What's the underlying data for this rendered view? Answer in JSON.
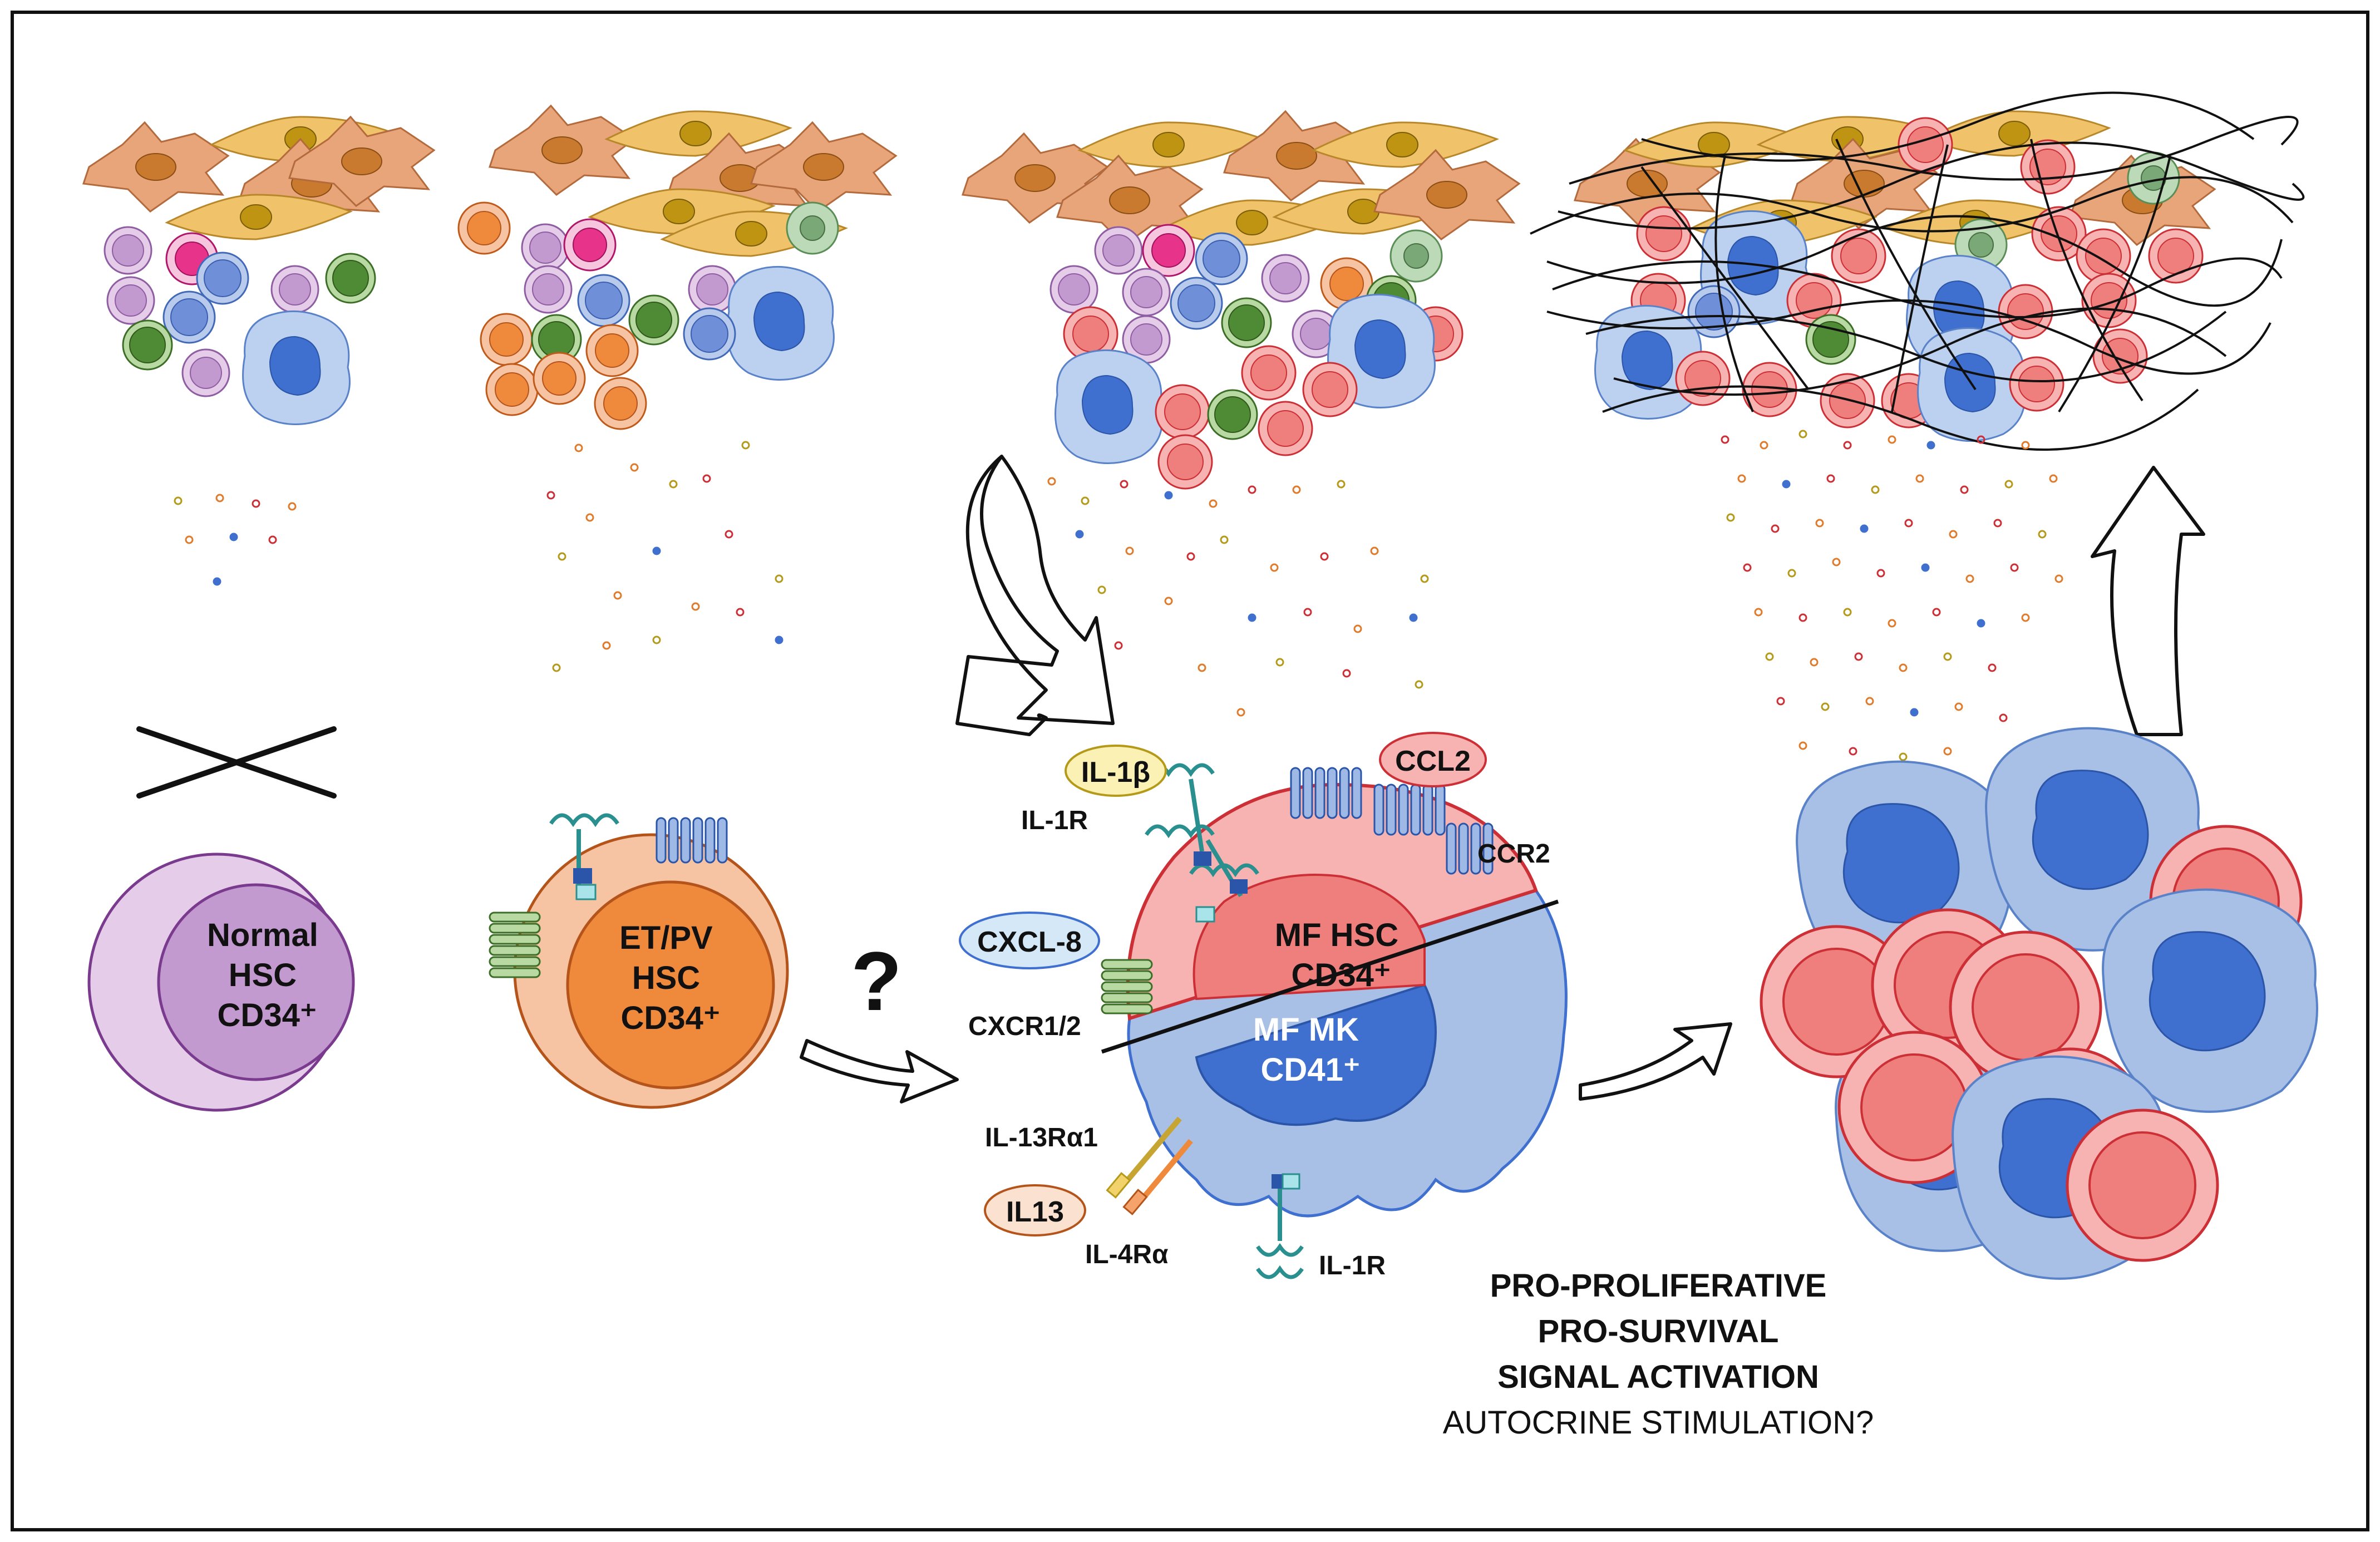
{
  "cells": {
    "normal_hsc": [
      "Normal",
      "HSC",
      "CD34⁺"
    ],
    "etpv_hsc": [
      "ET/PV",
      "HSC",
      "CD34⁺"
    ],
    "mf_hsc": [
      "MF HSC",
      "CD34⁺"
    ],
    "mf_mk": [
      "MF MK",
      "CD41⁺"
    ]
  },
  "question_mark": "?",
  "ligands": {
    "il1b": "IL-1β",
    "ccl2": "CCL2",
    "cxcl8": "CXCL-8",
    "il13": "IL13"
  },
  "receptors": {
    "il1r_top": "IL-1R",
    "ccr2": "CCR2",
    "cxcr12": "CXCR1/2",
    "il13ra1": "IL-13Rα1",
    "il4ra": "IL-4Rα",
    "il1r_bottom": "IL-1R"
  },
  "caption": {
    "line1": "PRO-PROLIFERATIVE",
    "line2": "PRO-SURVIVAL",
    "line3": "SIGNAL ACTIVATION",
    "line4": "AUTOCRINE STIMULATION?"
  },
  "colors": {
    "stroma_orange": "#e9a57a",
    "stroma_yellow": "#f0c36a",
    "lilac_cell": "#d7b8de",
    "blue_cell": "#8aa6dd",
    "green_cell": "#4f8a35",
    "pink_cell": "#e8338a",
    "orange_cell": "#ef8a3c",
    "red_cell": "#ef7f7c",
    "mk_blue": "#a8bfe6",
    "mk_nucleus": "#3f6fcf",
    "fibre": "#111111"
  }
}
